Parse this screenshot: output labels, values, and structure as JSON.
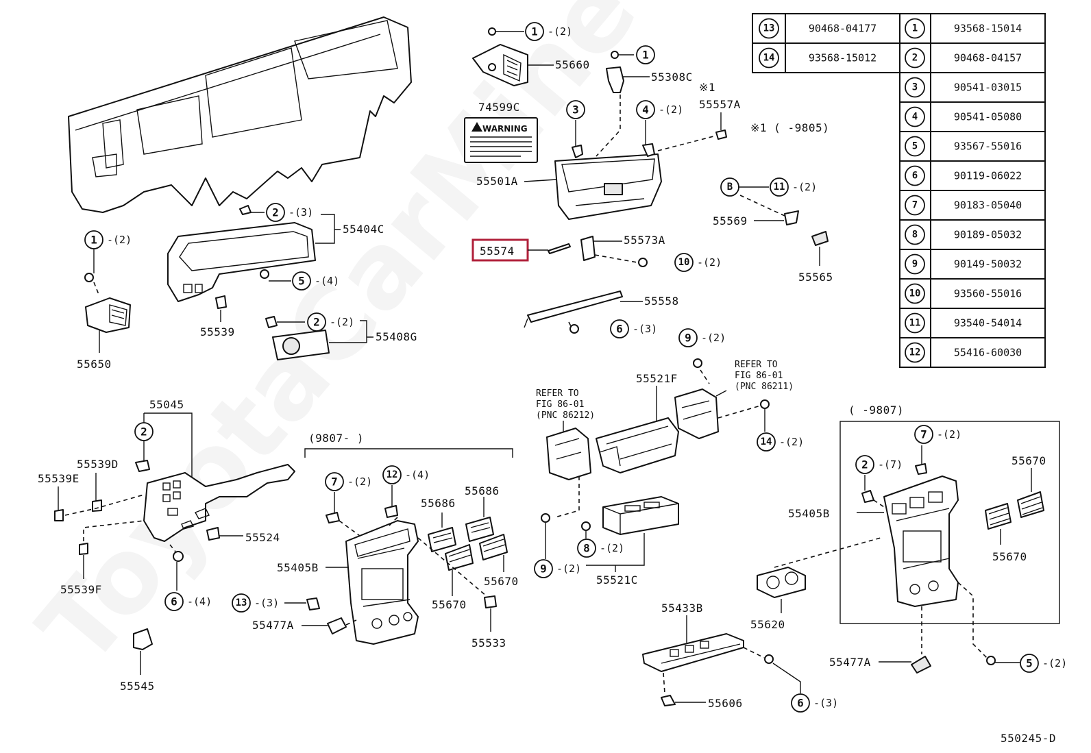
{
  "watermark": "ToyotaCarMine",
  "diagram_id": "550245-D",
  "highlight_part": "55574",
  "table_left": [
    {
      "ref": "13",
      "part": "90468-04177"
    },
    {
      "ref": "14",
      "part": "93568-15012"
    }
  ],
  "table_right": [
    {
      "ref": "1",
      "part": "93568-15014"
    },
    {
      "ref": "2",
      "part": "90468-04157"
    },
    {
      "ref": "3",
      "part": "90541-03015"
    },
    {
      "ref": "4",
      "part": "90541-05080"
    },
    {
      "ref": "5",
      "part": "93567-55016"
    },
    {
      "ref": "6",
      "part": "90119-06022"
    },
    {
      "ref": "7",
      "part": "90183-05040"
    },
    {
      "ref": "8",
      "part": "90189-05032"
    },
    {
      "ref": "9",
      "part": "90149-50032"
    },
    {
      "ref": "10",
      "part": "93560-55016"
    },
    {
      "ref": "11",
      "part": "93540-54014"
    },
    {
      "ref": "12",
      "part": "55416-60030"
    }
  ],
  "labels": {
    "p55660": "55660",
    "p55308C": "55308C",
    "p74599C": "74599C",
    "p55557A": "55557A",
    "note1_mark": "※1",
    "note1_text": "※1 (     -9805)",
    "p55501A": "55501A",
    "p55569": "55569",
    "p55565": "55565",
    "p55574": "55574",
    "p55573A": "55573A",
    "p55558": "55558",
    "p55404C": "55404C",
    "p55539": "55539",
    "p55408G": "55408G",
    "p55650": "55650",
    "p55045": "55045",
    "p55539D": "55539D",
    "p55539E": "55539E",
    "p55524": "55524",
    "p55539F": "55539F",
    "p55545": "55545",
    "p55405B_a": "55405B",
    "p55477A_a": "55477A",
    "p55686_a": "55686",
    "p55686_b": "55686",
    "p55670_a": "55670",
    "p55670_b": "55670",
    "p55533": "55533",
    "p55521F": "55521F",
    "p55521C": "55521C",
    "p55433B": "55433B",
    "p55606": "55606",
    "p55620": "55620",
    "p55405B_b": "55405B",
    "p55477A_b": "55477A",
    "p55670_c": "55670",
    "p55670_d": "55670",
    "range_a": "(9807-      )",
    "range_b": "(      -9807)",
    "refer_a1": "REFER TO",
    "refer_a2": "FIG 86-01",
    "refer_a3": "(PNC 86211)",
    "refer_b1": "REFER TO",
    "refer_b2": "FIG 86-01",
    "refer_b3": "(PNC 86212)",
    "warning_title": "WARNING",
    "letter_b": "B"
  },
  "callouts": [
    {
      "n": "1",
      "qty": "-(2)"
    },
    {
      "n": "1",
      "qty": ""
    },
    {
      "n": "3",
      "qty": ""
    },
    {
      "n": "4",
      "qty": "-(2)"
    },
    {
      "n": "11",
      "qty": "-(2)"
    },
    {
      "n": "10",
      "qty": "-(2)"
    },
    {
      "n": "6",
      "qty": "-(3)"
    },
    {
      "n": "2",
      "qty": "-(3)"
    },
    {
      "n": "5",
      "qty": "-(4)"
    },
    {
      "n": "2",
      "qty": "-(2)"
    },
    {
      "n": "1",
      "qty": "-(2)"
    },
    {
      "n": "9",
      "qty": "-(2)"
    },
    {
      "n": "14",
      "qty": "-(2)"
    },
    {
      "n": "2",
      "qty": ""
    },
    {
      "n": "7",
      "qty": "-(2)"
    },
    {
      "n": "12",
      "qty": "-(4)"
    },
    {
      "n": "6",
      "qty": "-(4)"
    },
    {
      "n": "13",
      "qty": "-(3)"
    },
    {
      "n": "9",
      "qty": "-(2)"
    },
    {
      "n": "8",
      "qty": "-(2)"
    },
    {
      "n": "7",
      "qty": "-(2)"
    },
    {
      "n": "2",
      "qty": "-(7)"
    },
    {
      "n": "6",
      "qty": "-(3)"
    },
    {
      "n": "5",
      "qty": "-(2)"
    }
  ]
}
